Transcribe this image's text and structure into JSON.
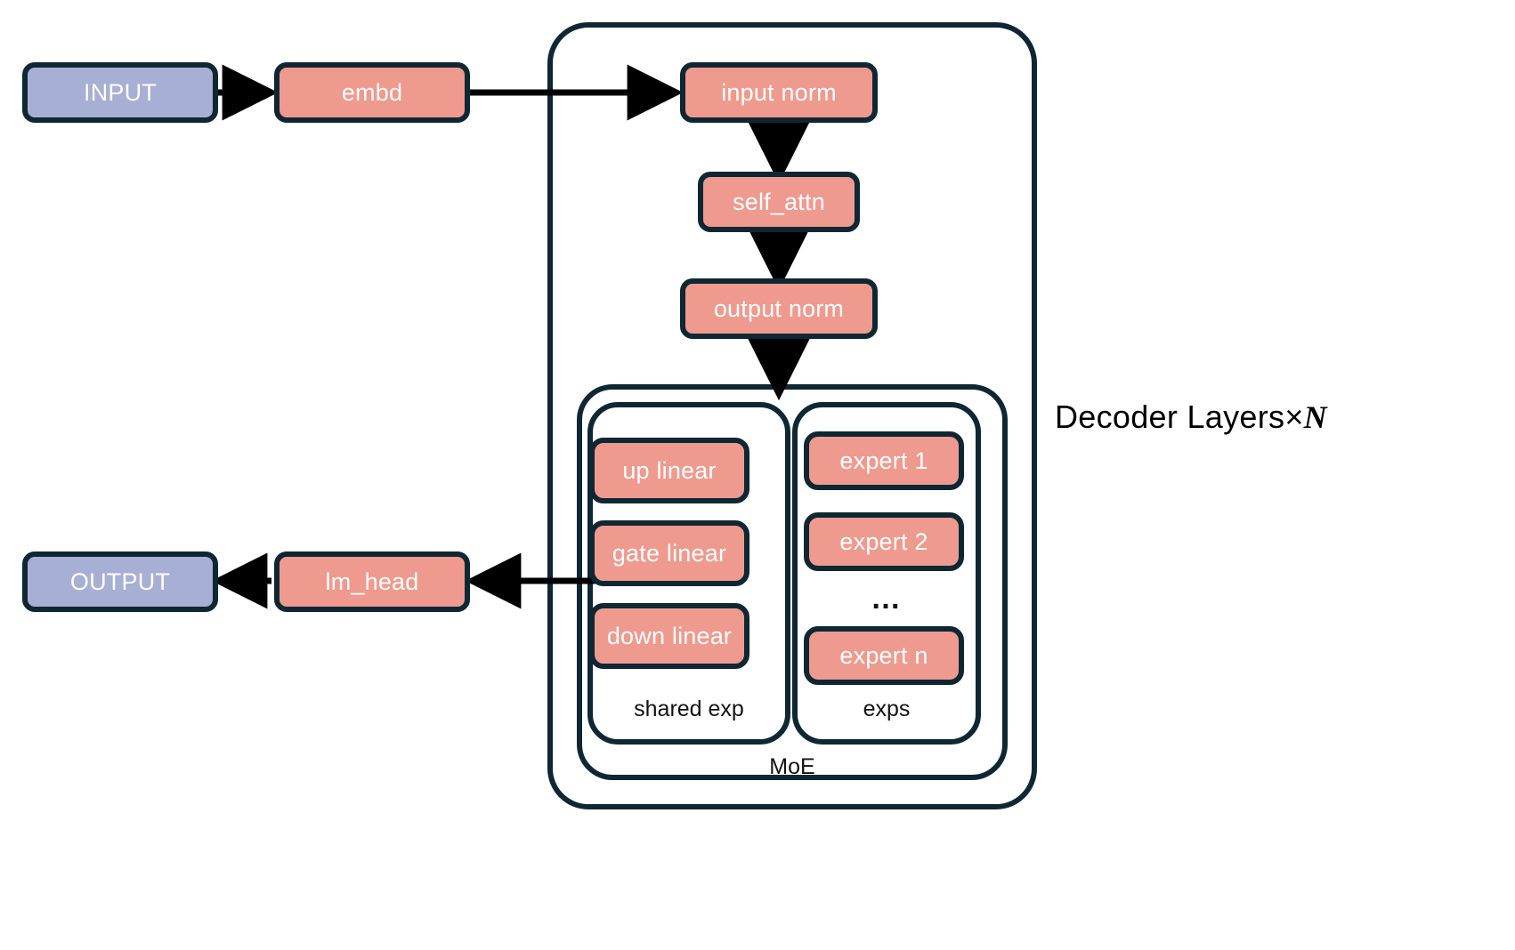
{
  "diagram": {
    "title_label": "Decoder Layers×N",
    "side_label_text": "Decoder Layers×",
    "side_label_var": "N",
    "colors": {
      "salmon": "#EF9A8E",
      "blue": "#A8AFD4",
      "outline": "#0F2733",
      "background": "#FFFFFF",
      "node_text": "#FFFFFF",
      "label_text": "#111111"
    }
  },
  "nodes": {
    "input": "INPUT",
    "embd": "embd",
    "input_norm": "input norm",
    "self_attn": "self_attn",
    "output_norm": "output norm",
    "up_linear": "up linear",
    "gate_linear": "gate linear",
    "down_linear": "down linear",
    "expert_1": "expert 1",
    "expert_2": "expert 2",
    "expert_ellipsis": "…",
    "expert_n": "expert n",
    "lm_head": "lm_head",
    "output": "OUTPUT"
  },
  "groups": {
    "decoder": "",
    "moe": "MoE",
    "shared_exp": "shared exp",
    "exps": "exps"
  },
  "edges": [
    {
      "name": "input-to-embd",
      "from": "INPUT",
      "to": "embd"
    },
    {
      "name": "embd-to-input-norm",
      "from": "embd",
      "to": "input norm"
    },
    {
      "name": "input-norm-to-self-attn",
      "from": "input norm",
      "to": "self_attn"
    },
    {
      "name": "self-attn-to-output-norm",
      "from": "self_attn",
      "to": "output norm"
    },
    {
      "name": "output-norm-to-moe",
      "from": "output norm",
      "to": "MoE"
    },
    {
      "name": "decoder-to-lm-head",
      "from": "Decoder Layers",
      "to": "lm_head"
    },
    {
      "name": "lm-head-to-output",
      "from": "lm_head",
      "to": "OUTPUT"
    }
  ]
}
